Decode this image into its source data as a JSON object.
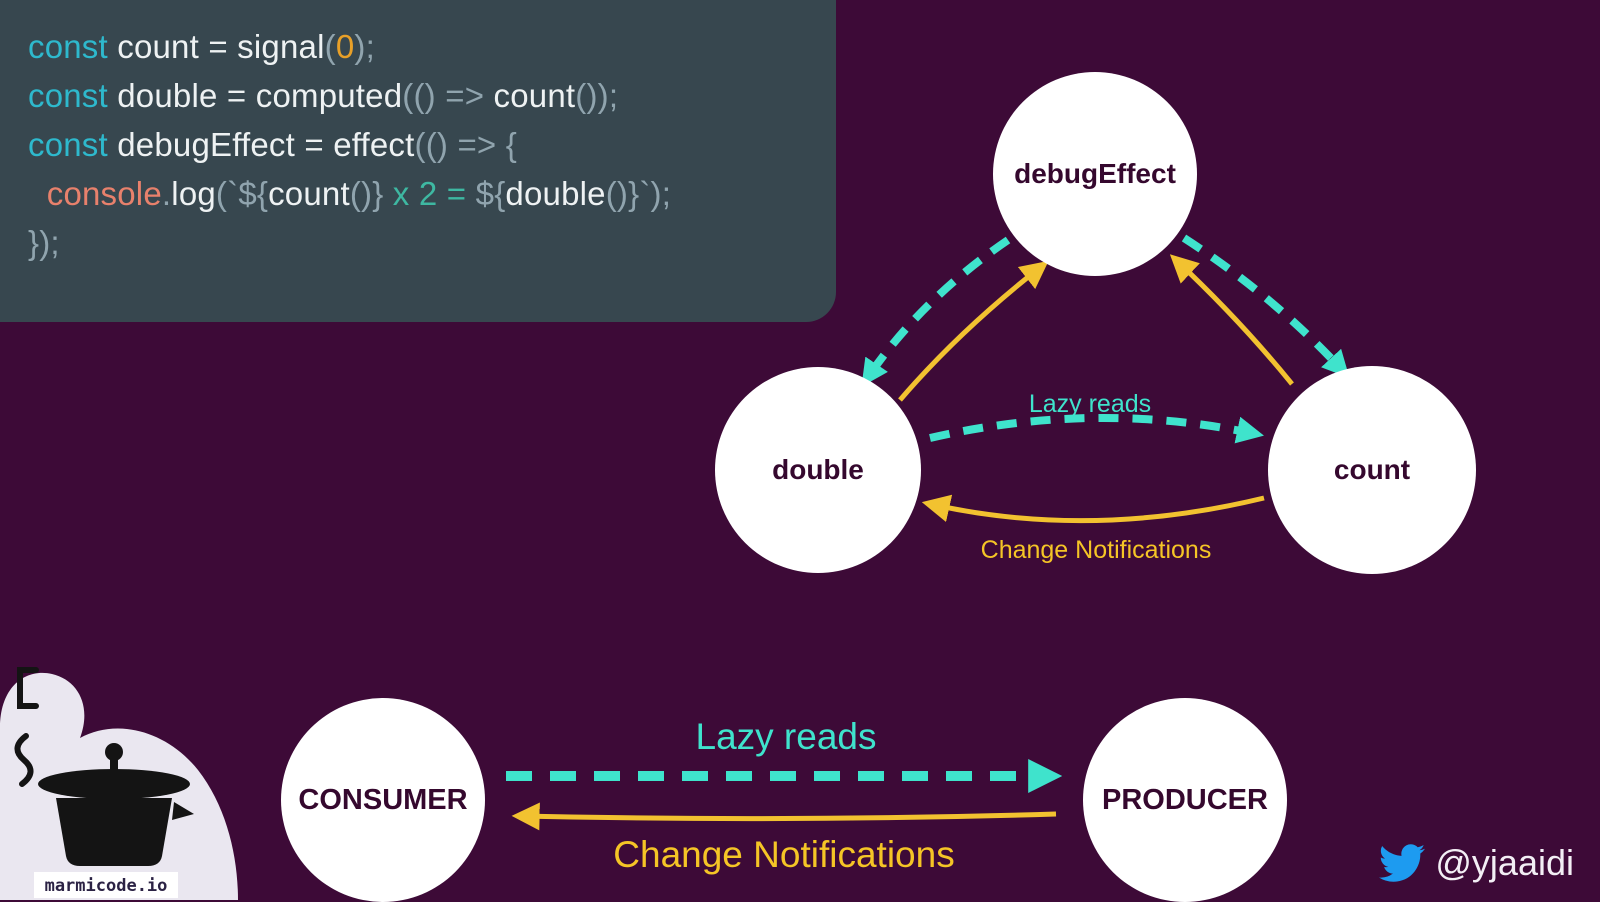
{
  "palette": {
    "background": "#3d0a37",
    "code_background": "#37474f",
    "teal": "#3fe3cc",
    "yellow": "#f5c526",
    "node_fill": "#ffffff",
    "node_text": "#35082e",
    "twitter_blue": "#1d9bf0"
  },
  "code_panel": {
    "lines": [
      {
        "tokens": [
          {
            "t": "const",
            "c": "kw"
          },
          {
            "t": " count = signal",
            "c": "plain"
          },
          {
            "t": "(",
            "c": "punct"
          },
          {
            "t": "0",
            "c": "num"
          },
          {
            "t": ");",
            "c": "punct"
          }
        ]
      },
      {
        "tokens": [
          {
            "t": "const",
            "c": "kw"
          },
          {
            "t": " double = computed",
            "c": "plain"
          },
          {
            "t": "(() => ",
            "c": "punct"
          },
          {
            "t": "count",
            "c": "plain"
          },
          {
            "t": "());",
            "c": "punct"
          }
        ]
      },
      {
        "tokens": [
          {
            "t": "const",
            "c": "kw"
          },
          {
            "t": " debugEffect = effect",
            "c": "plain"
          },
          {
            "t": "(() => {",
            "c": "punct"
          }
        ]
      },
      {
        "tokens": [
          {
            "t": "  ",
            "c": "plain"
          },
          {
            "t": "console",
            "c": "obj"
          },
          {
            "t": ".",
            "c": "punct"
          },
          {
            "t": "log",
            "c": "plain"
          },
          {
            "t": "(`",
            "c": "punct"
          },
          {
            "t": "${",
            "c": "punct"
          },
          {
            "t": "count",
            "c": "plain"
          },
          {
            "t": "()}",
            "c": "punct"
          },
          {
            "t": " x 2 = ",
            "c": "teal"
          },
          {
            "t": "${",
            "c": "punct"
          },
          {
            "t": "double",
            "c": "plain"
          },
          {
            "t": "()}",
            "c": "punct"
          },
          {
            "t": "`);",
            "c": "punct"
          }
        ]
      },
      {
        "tokens": [
          {
            "t": "});",
            "c": "punct"
          }
        ]
      }
    ]
  },
  "triangle_diagram": {
    "nodes": [
      {
        "label": "debugEffect"
      },
      {
        "label": "double"
      },
      {
        "label": "count"
      }
    ],
    "lazy_reads_label": "Lazy reads",
    "change_notifications_label": "Change Notifications"
  },
  "bottom_diagram": {
    "consumer_label": "CONSUMER",
    "producer_label": "PRODUCER",
    "lazy_reads_label": "Lazy reads",
    "change_notifications_label": "Change Notifications"
  },
  "logo": {
    "text": "marmicode.io"
  },
  "footer": {
    "twitter_handle": "@yjaaidi"
  }
}
